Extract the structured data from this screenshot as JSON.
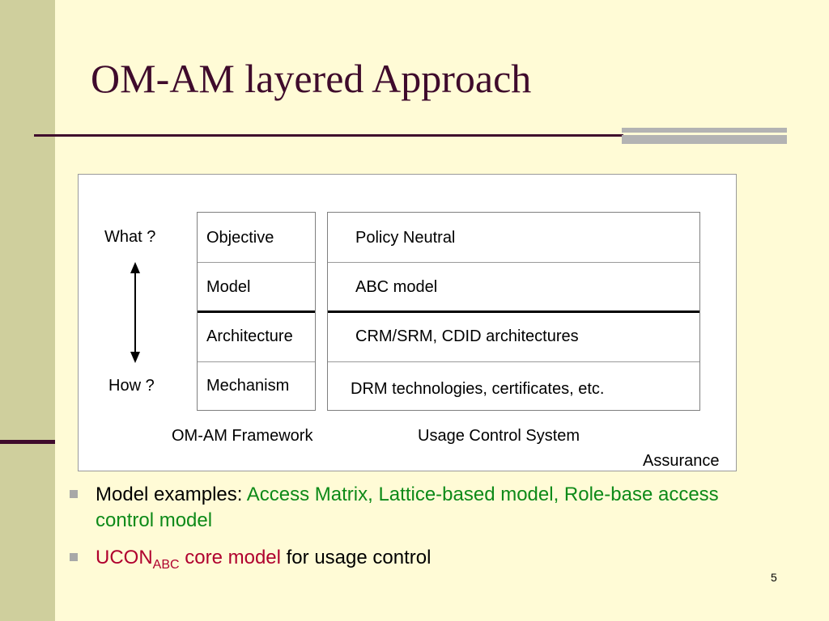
{
  "slide": {
    "title": "OM-AM layered Approach",
    "page_number": "5"
  },
  "figure": {
    "what_label": "What ?",
    "how_label": "How ?",
    "framework_layers": [
      "Objective",
      "Model",
      "Architecture",
      "Mechanism"
    ],
    "system_layers": [
      "Policy Neutral",
      "ABC model",
      "CRM/SRM, CDID architectures",
      "DRM technologies, certificates, etc."
    ],
    "framework_caption": "OM-AM Framework",
    "system_caption": "Usage Control System",
    "assurance_label": "Assurance"
  },
  "bullets": {
    "b1_prefix": "Model examples: ",
    "b1_green": "Access Matrix, Lattice-based model, Role-base access control model",
    "b2_red": "UCON",
    "b2_sub": "ABC",
    "b2_red_tail": " core model",
    "b2_tail": " for usage control"
  },
  "colors": {
    "title": "#3f0b2c",
    "sidebar": "#cfcf9d",
    "background": "#fffbd6",
    "green_text": "#0d8a18",
    "red_text": "#b0002e"
  }
}
